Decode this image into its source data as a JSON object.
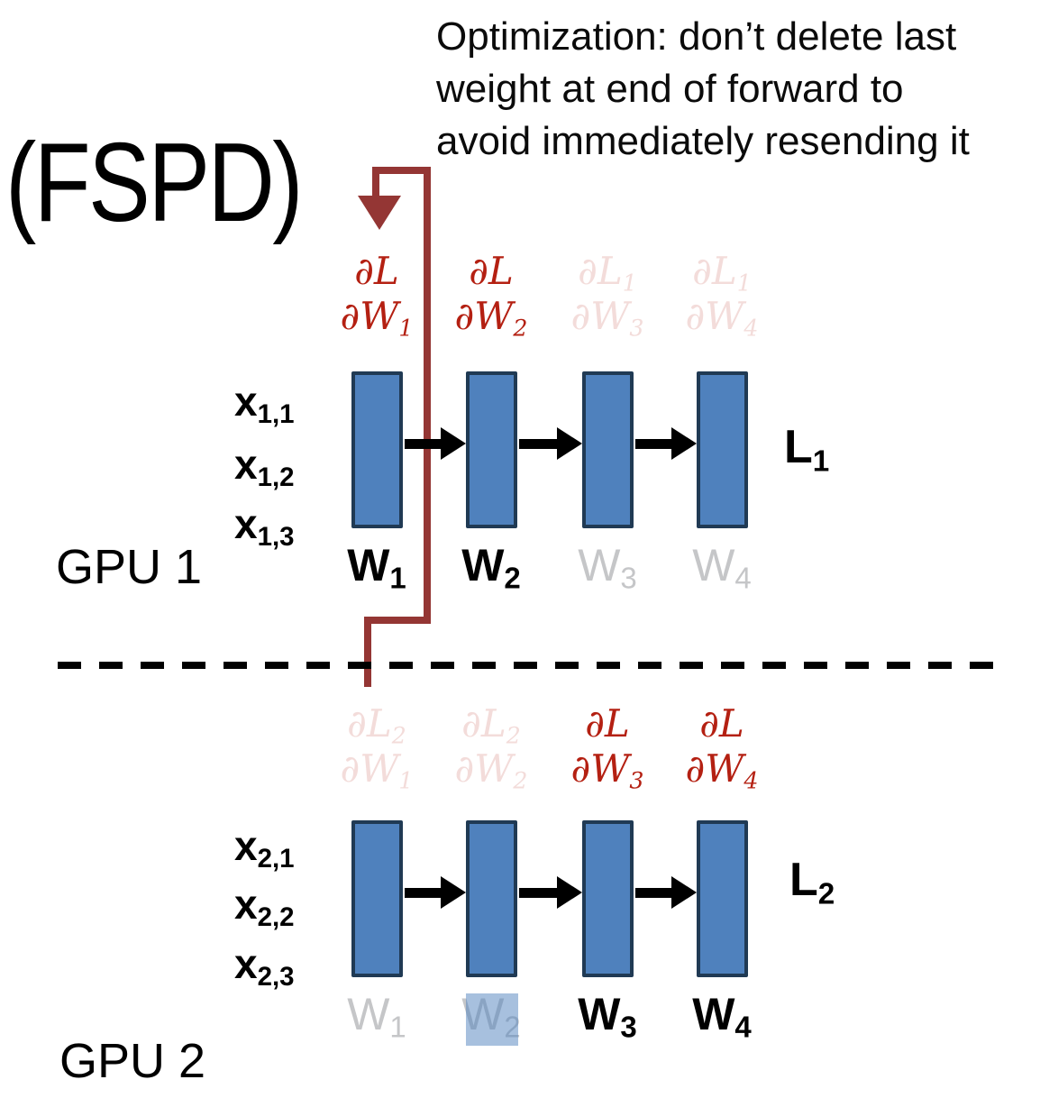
{
  "annotation": {
    "lines": [
      "Optimization: don’t delete last",
      "weight at end of forward to",
      "avoid immediately resending it"
    ]
  },
  "title": "(FSPD)",
  "colors": {
    "resend_arrow_red": "#943634",
    "gradient_active_red": "#b42012",
    "gradient_faded_pink": "#f3dcda",
    "layer_fill_blue": "#4f81bd",
    "layer_border_navy": "#203a54",
    "inactive_gray": "#c5c6c8",
    "highlight_blue": "#aac7e2"
  },
  "gpu1": {
    "label": "GPU 1",
    "inputs": [
      {
        "base": "x",
        "sub": "1,1"
      },
      {
        "base": "x",
        "sub": "1,2"
      },
      {
        "base": "x",
        "sub": "1,3"
      }
    ],
    "gradients": [
      {
        "num_base": "∂L",
        "num_sub": "",
        "den_base": "∂W",
        "den_sub": "1",
        "state": "active"
      },
      {
        "num_base": "∂L",
        "num_sub": "",
        "den_base": "∂W",
        "den_sub": "2",
        "state": "active"
      },
      {
        "num_base": "∂L",
        "num_sub": "1",
        "den_base": "∂W",
        "den_sub": "3",
        "state": "faded"
      },
      {
        "num_base": "∂L",
        "num_sub": "1",
        "den_base": "∂W",
        "den_sub": "4",
        "state": "faded"
      }
    ],
    "weights": [
      {
        "base": "W",
        "sub": "1",
        "state": "active"
      },
      {
        "base": "W",
        "sub": "2",
        "state": "active"
      },
      {
        "base": "W",
        "sub": "3",
        "state": "inactive"
      },
      {
        "base": "W",
        "sub": "4",
        "state": "inactive"
      }
    ],
    "loss": {
      "base": "L",
      "sub": "1"
    }
  },
  "gpu2": {
    "label": "GPU 2",
    "inputs": [
      {
        "base": "x",
        "sub": "2,1"
      },
      {
        "base": "x",
        "sub": "2,2"
      },
      {
        "base": "x",
        "sub": "2,3"
      }
    ],
    "gradients": [
      {
        "num_base": "∂L",
        "num_sub": "2",
        "den_base": "∂W",
        "den_sub": "1",
        "state": "faded"
      },
      {
        "num_base": "∂L",
        "num_sub": "2",
        "den_base": "∂W",
        "den_sub": "2",
        "state": "faded"
      },
      {
        "num_base": "∂L",
        "num_sub": "",
        "den_base": "∂W",
        "den_sub": "3",
        "state": "active"
      },
      {
        "num_base": "∂L",
        "num_sub": "",
        "den_base": "∂W",
        "den_sub": "4",
        "state": "active"
      }
    ],
    "weights": [
      {
        "base": "W",
        "sub": "1",
        "state": "inactive"
      },
      {
        "base": "W",
        "sub": "2",
        "state": "inactive",
        "highlighted": true
      },
      {
        "base": "W",
        "sub": "3",
        "state": "active"
      },
      {
        "base": "W",
        "sub": "4",
        "state": "active"
      }
    ],
    "loss": {
      "base": "L",
      "sub": "2"
    }
  }
}
